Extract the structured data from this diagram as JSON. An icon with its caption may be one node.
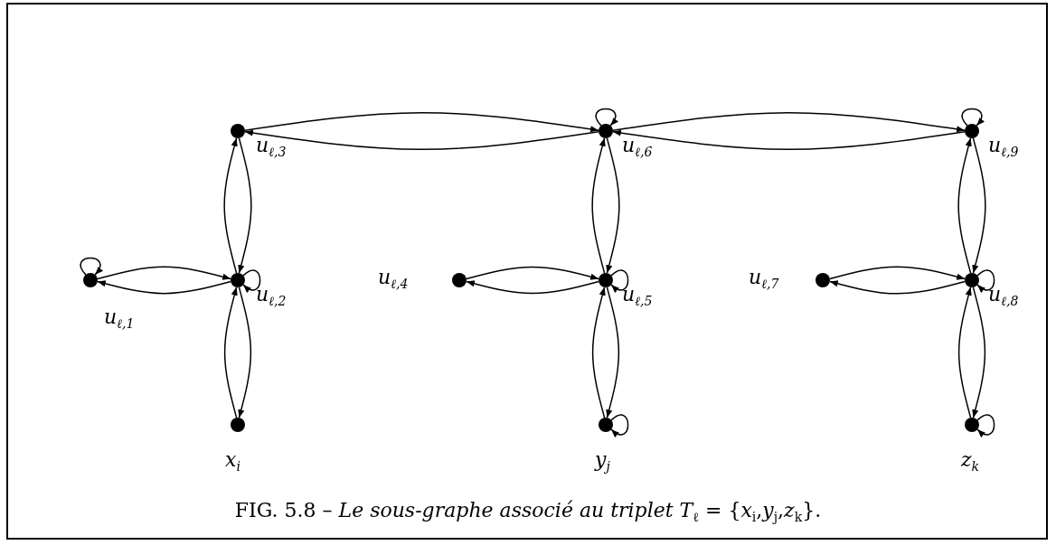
{
  "diagram": {
    "caption": "FIG. 5.8 – *Le sous-graphe associé au triplet* *T*$_{ℓ}$ *=* {*x*$_{i}$,*y*$_{j}$,*z*$_{k}$}.",
    "nodes": [
      {
        "text": [],
        "shape": "circle",
        "beside": [
          "u$_{ℓ,3}$"
        ]
      },
      {
        "text": [],
        "shape": "circle",
        "beside": [
          "u$_{ℓ,6}$"
        ]
      },
      {
        "text": [],
        "shape": "circle",
        "beside": [
          "u$_{ℓ,9}$"
        ]
      },
      {
        "text": [],
        "shape": "circle",
        "beside": [
          "u$_{ℓ,1}$"
        ]
      },
      {
        "text": [],
        "shape": "circle",
        "beside": [
          "u$_{ℓ,2}$"
        ]
      },
      {
        "text": [],
        "shape": "circle",
        "beside": [
          "u$_{ℓ,4}$"
        ]
      },
      {
        "text": [],
        "shape": "circle",
        "beside": [
          "u$_{ℓ,5}$"
        ]
      },
      {
        "text": [],
        "shape": "circle",
        "beside": [
          "u$_{ℓ,7}$"
        ]
      },
      {
        "text": [],
        "shape": "circle",
        "beside": [
          "u$_{ℓ,8}$"
        ]
      },
      {
        "text": [],
        "shape": "circle",
        "beside": [
          "x$_{i}$"
        ]
      },
      {
        "text": [],
        "shape": "circle",
        "beside": [
          "y$_{j}$"
        ]
      },
      {
        "text": [],
        "shape": "circle",
        "beside": [
          "z$_{k}$"
        ]
      }
    ],
    "edges": [
      {
        "from": 0,
        "to": 1,
        "arrow": "to"
      },
      {
        "from": 1,
        "to": 0,
        "arrow": "to"
      },
      {
        "from": 1,
        "to": 2,
        "arrow": "to"
      },
      {
        "from": 2,
        "to": 1,
        "arrow": "to"
      },
      {
        "from": 1,
        "to": 1,
        "arrow": "to"
      },
      {
        "from": 2,
        "to": 2,
        "arrow": "to"
      },
      {
        "from": 3,
        "to": 3,
        "arrow": "to"
      },
      {
        "from": 3,
        "to": 4,
        "arrow": "to"
      },
      {
        "from": 4,
        "to": 3,
        "arrow": "to"
      },
      {
        "from": 4,
        "to": 4,
        "arrow": "to"
      },
      {
        "from": 4,
        "to": 0,
        "arrow": "to"
      },
      {
        "from": 0,
        "to": 4,
        "arrow": "to"
      },
      {
        "from": 9,
        "to": 4,
        "arrow": "to"
      },
      {
        "from": 4,
        "to": 9,
        "arrow": "to"
      },
      {
        "from": 5,
        "to": 6,
        "arrow": "to"
      },
      {
        "from": 6,
        "to": 5,
        "arrow": "to"
      },
      {
        "from": 6,
        "to": 6,
        "arrow": "to"
      },
      {
        "from": 6,
        "to": 1,
        "arrow": "to"
      },
      {
        "from": 1,
        "to": 6,
        "arrow": "to"
      },
      {
        "from": 10,
        "to": 6,
        "arrow": "to"
      },
      {
        "from": 6,
        "to": 10,
        "arrow": "to"
      },
      {
        "from": 10,
        "to": 10,
        "arrow": "to"
      },
      {
        "from": 7,
        "to": 8,
        "arrow": "to"
      },
      {
        "from": 8,
        "to": 7,
        "arrow": "to"
      },
      {
        "from": 8,
        "to": 8,
        "arrow": "to"
      },
      {
        "from": 8,
        "to": 2,
        "arrow": "to"
      },
      {
        "from": 2,
        "to": 8,
        "arrow": "to"
      },
      {
        "from": 11,
        "to": 8,
        "arrow": "to"
      },
      {
        "from": 8,
        "to": 11,
        "arrow": "to"
      },
      {
        "from": 11,
        "to": 11,
        "arrow": "to"
      }
    ]
  }
}
